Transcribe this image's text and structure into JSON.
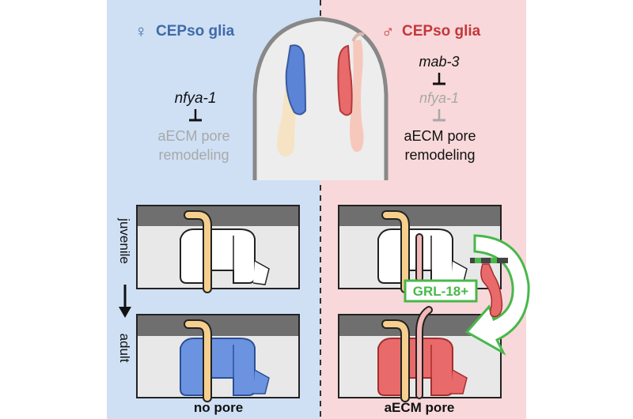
{
  "left_panel": {
    "title_symbol": "♀",
    "title": "CEPso glia",
    "gene": "nfya-1",
    "process_line1": "aECM pore",
    "process_line2": "remodeling",
    "outcome": "no pore"
  },
  "right_panel": {
    "title_symbol": "♂",
    "title": "CEPso glia",
    "gene_top": "mab-3",
    "gene_mid": "nfya-1",
    "process_line1": "aECM pore",
    "process_line2": "remodeling",
    "outcome": "aECM pore",
    "marker_label": "GRL-18+"
  },
  "stage_labels": {
    "top": "juvenile",
    "bottom": "adult"
  },
  "colors": {
    "left_bg": "#cfe0f5",
    "right_bg": "#f8d8da",
    "female_blue": "#3f6aa8",
    "male_red": "#c4373b",
    "glia_blue": "#5b84d6",
    "glia_red": "#e86a6a",
    "neuron_orange": "#f6cf8e",
    "neuron_pink": "#f2b8b8",
    "cuticle_gray": "#7d7d7d",
    "grl_green": "#48b84a",
    "muted_gray": "#a8a8a8"
  }
}
